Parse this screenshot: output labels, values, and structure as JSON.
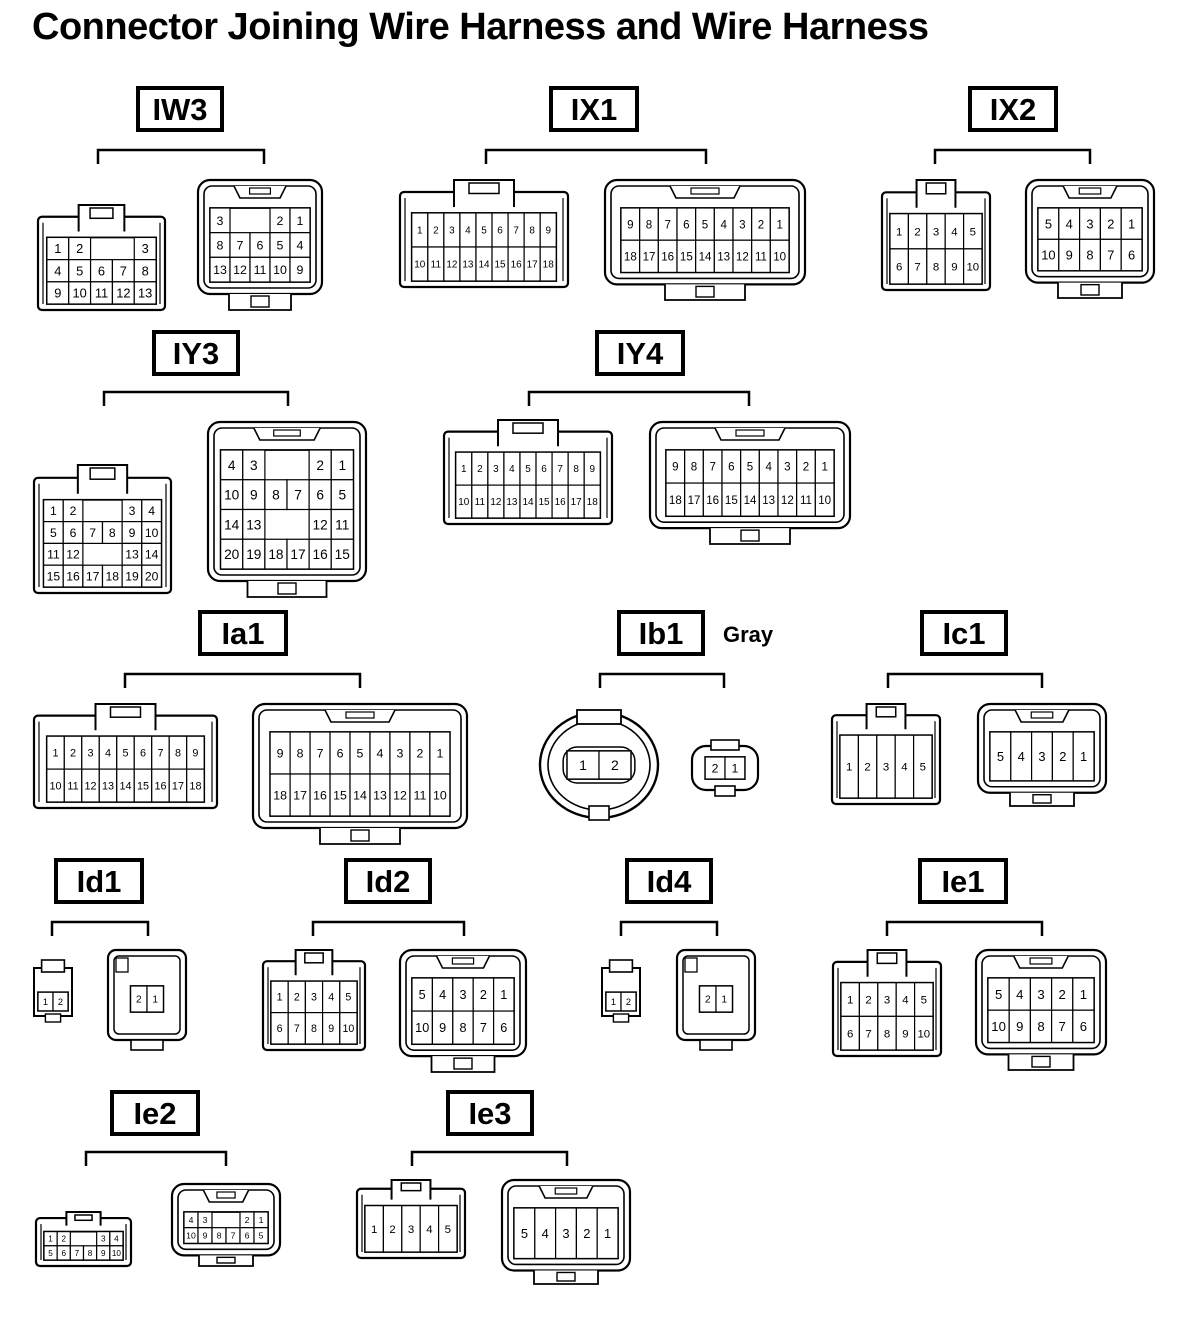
{
  "title": "Connector Joining Wire Harness and Wire Harness",
  "colors": {
    "ink": "#000000",
    "paper": "#ffffff"
  },
  "connectors": [
    {
      "id": "IW3",
      "pairs": [
        {
          "style": "male",
          "rows": [
            [
              "1",
              "2",
              "",
              "",
              "3"
            ],
            [
              "4",
              "5",
              "6",
              "7",
              "8"
            ],
            [
              "9",
              "10",
              "11",
              "12",
              "13"
            ]
          ]
        },
        {
          "style": "female",
          "rows": [
            [
              "3",
              "",
              "",
              "2",
              "1"
            ],
            [
              "8",
              "7",
              "6",
              "5",
              "4"
            ],
            [
              "13",
              "12",
              "11",
              "10",
              "9"
            ]
          ]
        }
      ]
    },
    {
      "id": "IX1",
      "pairs": [
        {
          "style": "male",
          "rows": [
            [
              "1",
              "2",
              "3",
              "4",
              "5",
              "6",
              "7",
              "8",
              "9"
            ],
            [
              "10",
              "11",
              "12",
              "13",
              "14",
              "15",
              "16",
              "17",
              "18"
            ]
          ]
        },
        {
          "style": "female",
          "rows": [
            [
              "9",
              "8",
              "7",
              "6",
              "5",
              "4",
              "3",
              "2",
              "1"
            ],
            [
              "18",
              "17",
              "16",
              "15",
              "14",
              "13",
              "12",
              "11",
              "10"
            ]
          ]
        }
      ]
    },
    {
      "id": "IX2",
      "pairs": [
        {
          "style": "male",
          "rows": [
            [
              "1",
              "2",
              "3",
              "4",
              "5"
            ],
            [
              "6",
              "7",
              "8",
              "9",
              "10"
            ]
          ]
        },
        {
          "style": "female",
          "rows": [
            [
              "5",
              "4",
              "3",
              "2",
              "1"
            ],
            [
              "10",
              "9",
              "8",
              "7",
              "6"
            ]
          ]
        }
      ]
    },
    {
      "id": "IY3",
      "pairs": [
        {
          "style": "male",
          "rows": [
            [
              "1",
              "2",
              "",
              "",
              "3",
              "4"
            ],
            [
              "5",
              "6",
              "7",
              "8",
              "9",
              "10"
            ],
            [
              "11",
              "12",
              "",
              "",
              "13",
              "14"
            ],
            [
              "15",
              "16",
              "17",
              "18",
              "19",
              "20"
            ]
          ]
        },
        {
          "style": "female",
          "rows": [
            [
              "4",
              "3",
              "",
              "",
              "2",
              "1"
            ],
            [
              "10",
              "9",
              "8",
              "7",
              "6",
              "5"
            ],
            [
              "14",
              "13",
              "",
              "",
              "12",
              "11"
            ],
            [
              "20",
              "19",
              "18",
              "17",
              "16",
              "15"
            ]
          ]
        }
      ]
    },
    {
      "id": "IY4",
      "pairs": [
        {
          "style": "male",
          "rows": [
            [
              "1",
              "2",
              "3",
              "4",
              "5",
              "6",
              "7",
              "8",
              "9"
            ],
            [
              "10",
              "11",
              "12",
              "13",
              "14",
              "15",
              "16",
              "17",
              "18"
            ]
          ]
        },
        {
          "style": "female",
          "rows": [
            [
              "9",
              "8",
              "7",
              "6",
              "5",
              "4",
              "3",
              "2",
              "1"
            ],
            [
              "18",
              "17",
              "16",
              "15",
              "14",
              "13",
              "12",
              "11",
              "10"
            ]
          ]
        }
      ]
    },
    {
      "id": "Ia1",
      "pairs": [
        {
          "style": "male",
          "rows": [
            [
              "1",
              "2",
              "3",
              "4",
              "5",
              "6",
              "7",
              "8",
              "9"
            ],
            [
              "10",
              "11",
              "12",
              "13",
              "14",
              "15",
              "16",
              "17",
              "18"
            ]
          ]
        },
        {
          "style": "female",
          "rows": [
            [
              "9",
              "8",
              "7",
              "6",
              "5",
              "4",
              "3",
              "2",
              "1"
            ],
            [
              "18",
              "17",
              "16",
              "15",
              "14",
              "13",
              "12",
              "11",
              "10"
            ]
          ]
        }
      ]
    },
    {
      "id": "Ib1",
      "note": "Gray",
      "pairs": [
        {
          "style": "round-male",
          "rows": [
            [
              "1",
              "2"
            ]
          ]
        },
        {
          "style": "round-female",
          "rows": [
            [
              "2",
              "1"
            ]
          ]
        }
      ]
    },
    {
      "id": "Ic1",
      "pairs": [
        {
          "style": "male",
          "rows": [
            [
              "1",
              "2",
              "3",
              "4",
              "5"
            ]
          ]
        },
        {
          "style": "female",
          "rows": [
            [
              "5",
              "4",
              "3",
              "2",
              "1"
            ]
          ]
        }
      ]
    },
    {
      "id": "Id1",
      "pairs": [
        {
          "style": "small-male",
          "rows": [
            [
              "1",
              "2"
            ]
          ]
        },
        {
          "style": "small-female",
          "rows": [
            [
              "2",
              "1"
            ]
          ]
        }
      ]
    },
    {
      "id": "Id2",
      "pairs": [
        {
          "style": "male",
          "rows": [
            [
              "1",
              "2",
              "3",
              "4",
              "5"
            ],
            [
              "6",
              "7",
              "8",
              "9",
              "10"
            ]
          ]
        },
        {
          "style": "female",
          "rows": [
            [
              "5",
              "4",
              "3",
              "2",
              "1"
            ],
            [
              "10",
              "9",
              "8",
              "7",
              "6"
            ]
          ]
        }
      ]
    },
    {
      "id": "Id4",
      "pairs": [
        {
          "style": "small-male",
          "rows": [
            [
              "1",
              "2"
            ]
          ]
        },
        {
          "style": "small-female",
          "rows": [
            [
              "2",
              "1"
            ]
          ]
        }
      ]
    },
    {
      "id": "Ie1",
      "pairs": [
        {
          "style": "male",
          "rows": [
            [
              "1",
              "2",
              "3",
              "4",
              "5"
            ],
            [
              "6",
              "7",
              "8",
              "9",
              "10"
            ]
          ]
        },
        {
          "style": "female",
          "rows": [
            [
              "5",
              "4",
              "3",
              "2",
              "1"
            ],
            [
              "10",
              "9",
              "8",
              "7",
              "6"
            ]
          ]
        }
      ]
    },
    {
      "id": "Ie2",
      "pairs": [
        {
          "style": "male",
          "rows": [
            [
              "1",
              "2",
              "",
              "",
              "3",
              "4"
            ],
            [
              "5",
              "6",
              "7",
              "8",
              "9",
              "10"
            ]
          ]
        },
        {
          "style": "female",
          "rows": [
            [
              "4",
              "3",
              "",
              "",
              "2",
              "1"
            ],
            [
              "10",
              "9",
              "8",
              "7",
              "6",
              "5"
            ]
          ]
        }
      ]
    },
    {
      "id": "Ie3",
      "pairs": [
        {
          "style": "male",
          "rows": [
            [
              "1",
              "2",
              "3",
              "4",
              "5"
            ]
          ]
        },
        {
          "style": "female",
          "rows": [
            [
              "5",
              "4",
              "3",
              "2",
              "1"
            ]
          ]
        }
      ]
    }
  ]
}
